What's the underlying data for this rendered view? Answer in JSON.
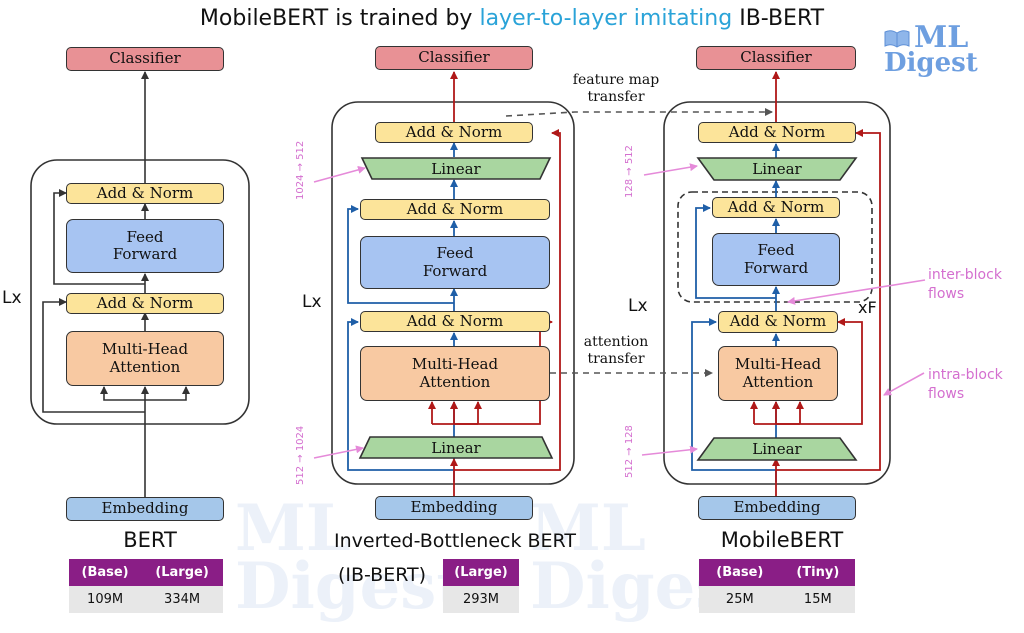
{
  "title": {
    "prefix": "MobileBERT is trained by ",
    "highlight": "layer-to-layer imitating",
    "suffix": " IB-BERT"
  },
  "logo": {
    "line1": "ML",
    "line2": "Digest"
  },
  "bert": {
    "classifier": "Classifier",
    "add_norm_top": "Add & Norm",
    "feed_forward": "Feed\nForward",
    "add_norm_bottom": "Add & Norm",
    "mha": "Multi-Head\nAttention",
    "embedding": "Embedding",
    "repeat": "Lx",
    "name": "BERT",
    "table": {
      "headers": [
        "(Base)",
        "(Large)"
      ],
      "values": [
        "109M",
        "334M"
      ]
    }
  },
  "ibbert": {
    "classifier": "Classifier",
    "add_norm_top": "Add & Norm",
    "linear_top": "Linear",
    "add_norm_mid": "Add & Norm",
    "feed_forward": "Feed\nForward",
    "add_norm_bottom": "Add & Norm",
    "mha": "Multi-Head\nAttention",
    "linear_bottom": "Linear",
    "embedding": "Embedding",
    "repeat": "Lx",
    "dim_top": "1024 → 512",
    "dim_bottom": "512 → 1024",
    "name_line1": "Inverted-Bottleneck BERT",
    "name_line2": "(IB-BERT)",
    "table": {
      "headers": [
        "(Large)"
      ],
      "values": [
        "293M"
      ]
    }
  },
  "mobilebert": {
    "classifier": "Classifier",
    "add_norm_top": "Add & Norm",
    "linear_top": "Linear",
    "add_norm_mid": "Add & Norm",
    "feed_forward": "Feed\nForward",
    "add_norm_bottom": "Add & Norm",
    "mha": "Multi-Head\nAttention",
    "linear_bottom": "Linear",
    "embedding": "Embedding",
    "repeat": "Lx",
    "inner_repeat": "xF",
    "dim_top": "128 → 512",
    "dim_bottom": "512 → 128",
    "name": "MobileBERT",
    "table": {
      "headers": [
        "(Base)",
        "(Tiny)"
      ],
      "values": [
        "25M",
        "15M"
      ]
    }
  },
  "transfers": {
    "feature_map": "feature map\ntransfer",
    "attention": "attention\ntransfer"
  },
  "flows": {
    "inter_block": "inter-block\nflows",
    "intra_block": "intra-block\nflows"
  },
  "colors": {
    "highlight": "#2aa3d8",
    "table_header": "#8a1e86",
    "inter_block_arrow": "#1f5fa8",
    "intra_block_arrow": "#b01818",
    "annotation": "#d46fcf"
  }
}
